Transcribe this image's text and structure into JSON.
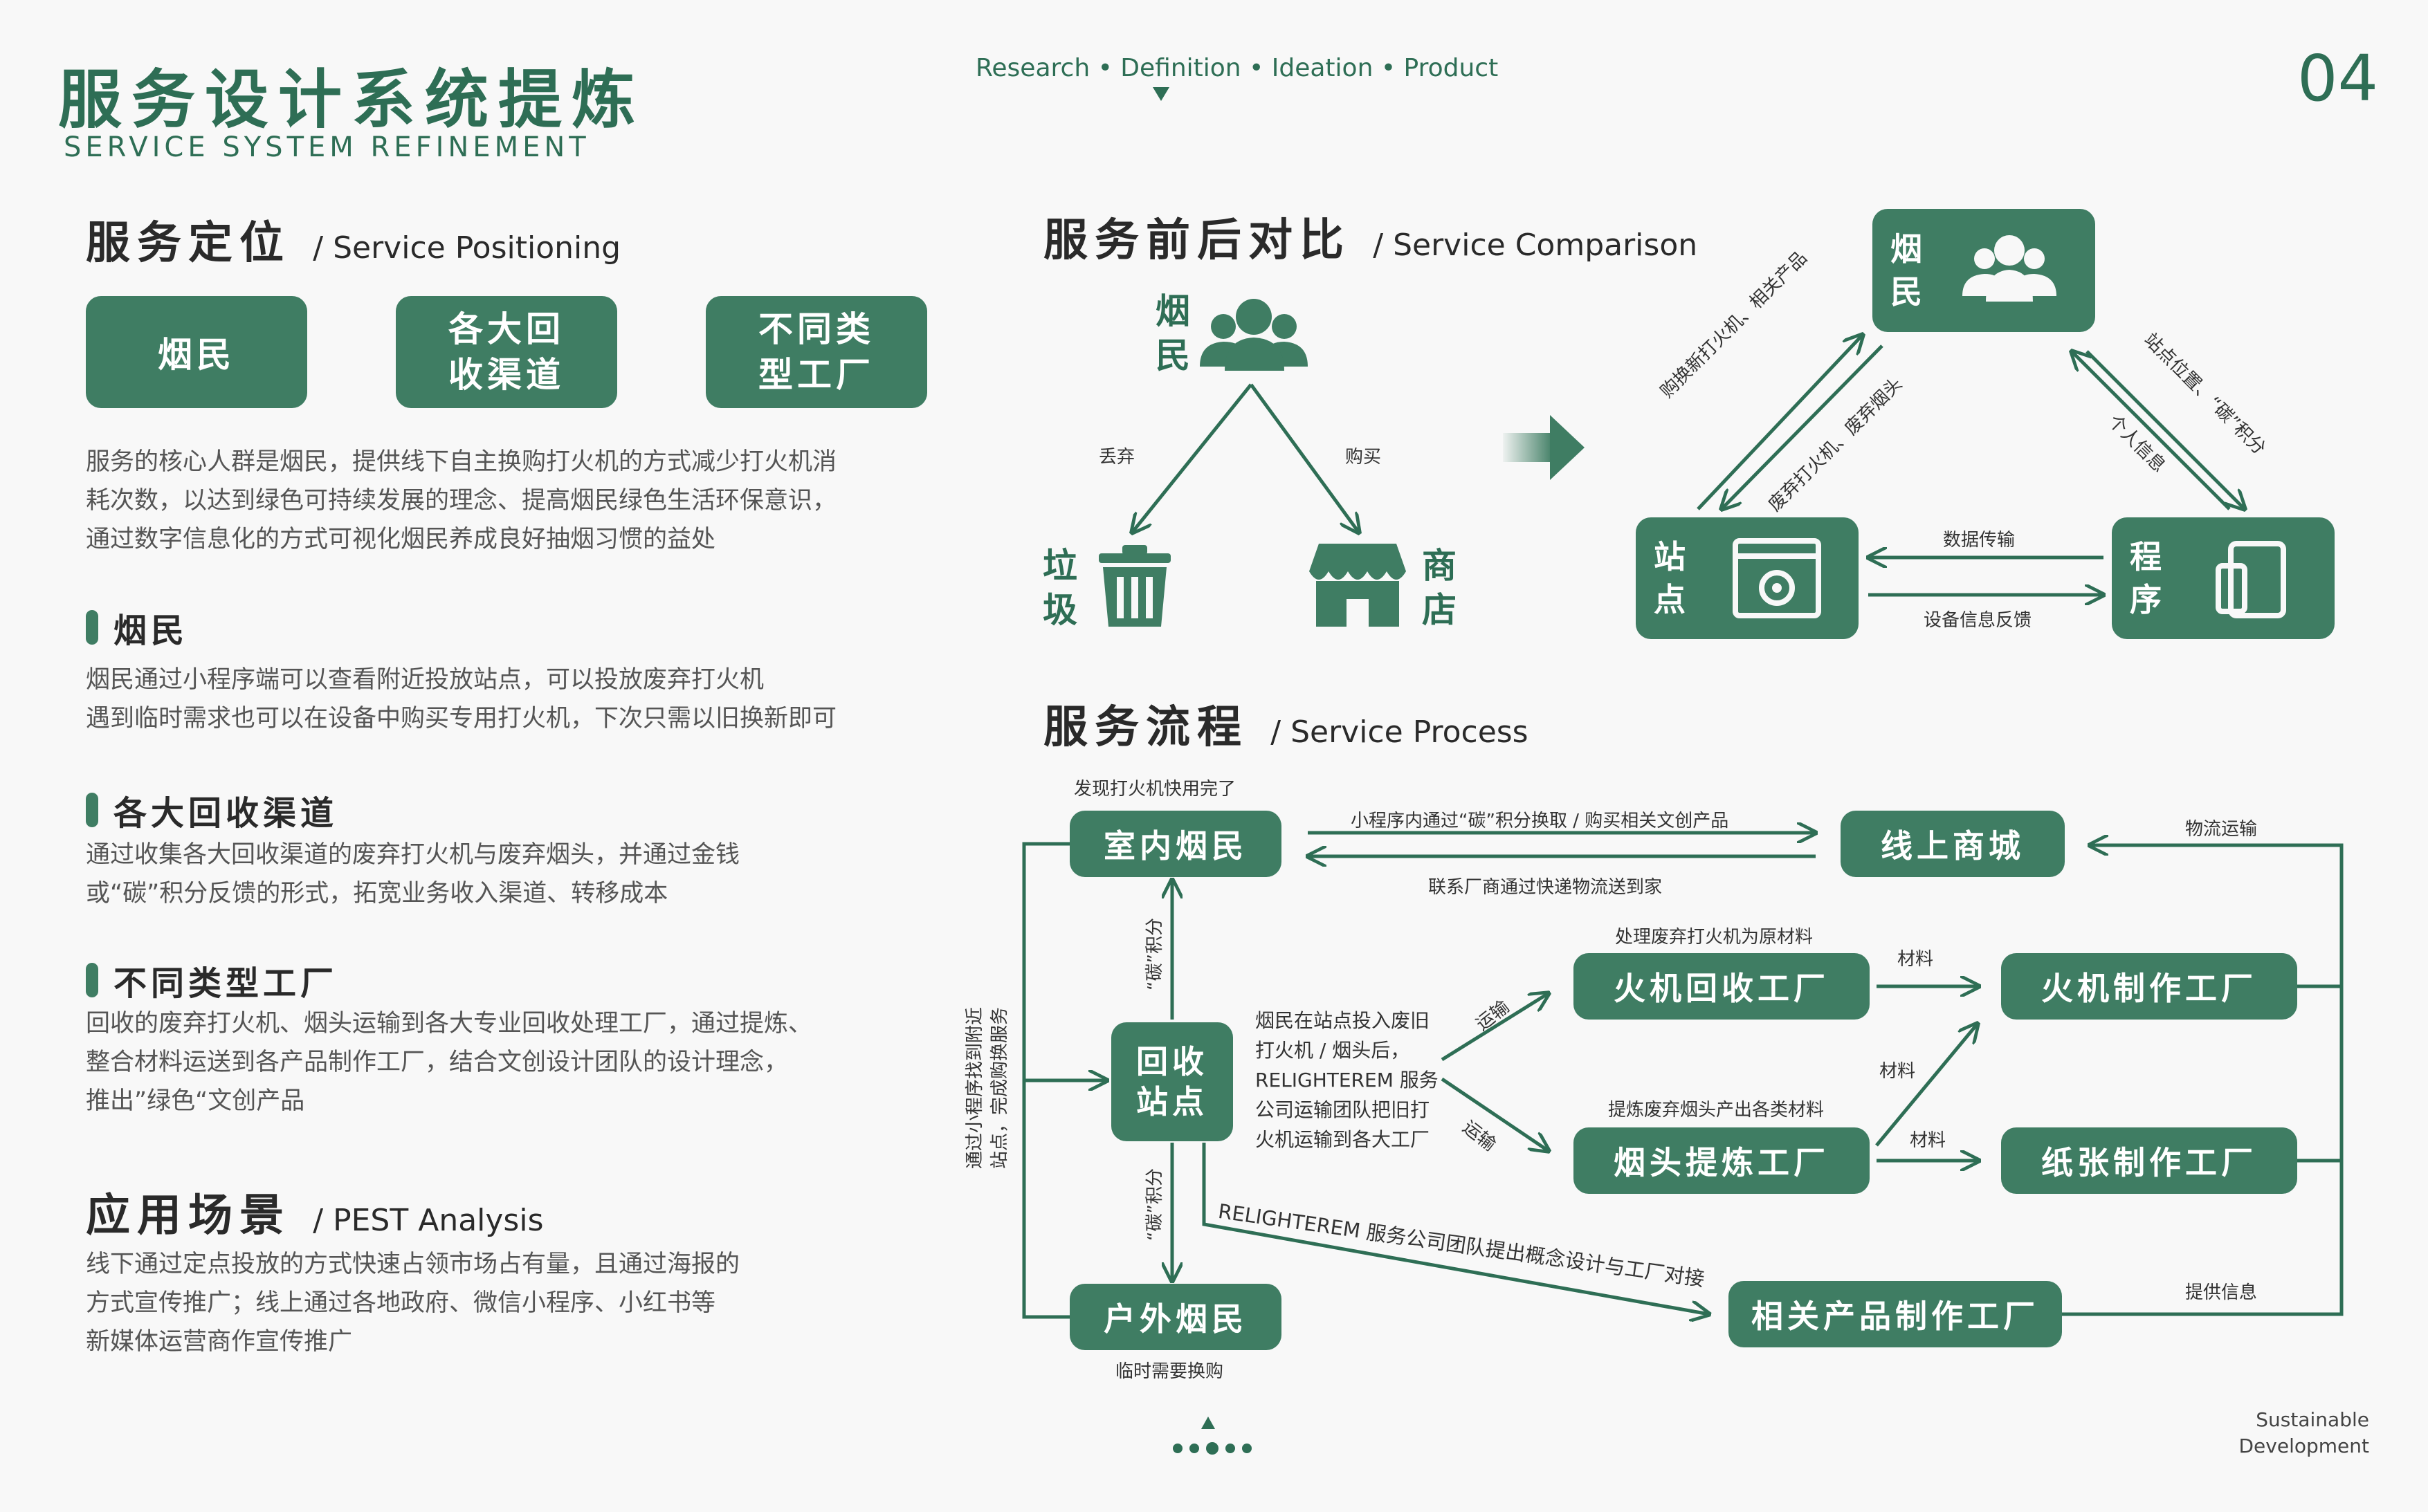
{
  "header": {
    "title_cn": "服务设计系统提炼",
    "title_en": "SERVICE SYSTEM REFINEMENT",
    "nav": [
      "Research",
      "Definition",
      "Ideation",
      "Product"
    ],
    "nav_sep": "•",
    "page_number": "04",
    "footer_line1": "Sustainable",
    "footer_line2": "Development"
  },
  "positioning": {
    "title": "服务定位",
    "subtitle": "/ Service Positioning",
    "boxes": [
      {
        "line1": "烟民",
        "line2": ""
      },
      {
        "line1": "各大回",
        "line2": "收渠道"
      },
      {
        "line1": "不同类",
        "line2": "型工厂"
      }
    ],
    "paragraph": [
      "服务的核心人群是烟民，提供线下自主换购打火机的方式减少打火机消",
      "耗次数，以达到绿色可持续发展的理念、提高烟民绿色生活环保意识，",
      "通过数字信息化的方式可视化烟民养成良好抽烟习惯的益处"
    ],
    "sections": [
      {
        "heading": "烟民",
        "lines": [
          "烟民通过小程序端可以查看附近投放站点，可以投放废弃打火机",
          "遇到临时需求也可以在设备中购买专用打火机，下次只需以旧换新即可"
        ]
      },
      {
        "heading": "各大回收渠道",
        "lines": [
          "通过收集各大回收渠道的废弃打火机与废弃烟头，并通过金钱",
          "或“碳”积分反馈的形式，拓宽业务收入渠道、转移成本"
        ]
      },
      {
        "heading": "不同类型工厂",
        "lines": [
          "回收的废弃打火机、烟头运输到各大专业回收处理工厂，通过提炼、",
          "整合材料运送到各产品制作工厂，结合文创设计团队的设计理念，",
          "推出”绿色“文创产品"
        ]
      }
    ]
  },
  "scenario": {
    "title": "应用场景",
    "subtitle": "/ PEST Analysis",
    "lines": [
      "线下通过定点投放的方式快速占领市场占有量，且通过海报的",
      "方式宣传推广；线上通过各地政府、微信小程序、小红书等",
      "新媒体运营商作宣传推广"
    ]
  },
  "comparison": {
    "title": "服务前后对比",
    "subtitle": "/ Service Comparison",
    "before": {
      "smoker": "烟民",
      "trash": "垃圾",
      "shop": "商店",
      "discard": "丢弃",
      "buy": "购买"
    },
    "after": {
      "smoker": "烟民",
      "station": "站点",
      "app": "程序",
      "edge_buy": "购换新打火机、相关产品",
      "edge_discard": "废弃打火机、废弃烟头",
      "edge_points": "站点位置、“碳”积分",
      "edge_info": "个人信息",
      "edge_data": "数据传输",
      "edge_feedback": "设备信息反馈"
    }
  },
  "process": {
    "title": "服务流程",
    "subtitle": "/ Service Process",
    "nodes": {
      "indoor": "室内烟民",
      "online": "线上商城",
      "station_l1": "回收",
      "station_l2": "站点",
      "outdoor": "户外烟民",
      "lighter_recycle": "火机回收工厂",
      "lighter_make": "火机制作工厂",
      "butt_refine": "烟头提炼工厂",
      "paper_make": "纸张制作工厂",
      "related_make": "相关产品制作工厂"
    },
    "labels": {
      "found_used": "发现打火机快用完了",
      "exchange_online": "小程序内通过“碳”积分换取 / 购买相关文创产品",
      "contact_factory": "联系厂商通过快递物流送到家",
      "logistics": "物流运输",
      "carbon_up": "“碳”积分",
      "carbon_down": "“碳”积分",
      "temp_need": "临时需要换购",
      "left_vertical_1": "通过小程序找到附近",
      "left_vertical_2": "站点，完成购换服务",
      "deposit_lines": [
        "烟民在站点投入废旧",
        "打火机 / 烟头后，",
        "RELIGHTEREM 服务",
        "公司运输团队把旧打",
        "火机运输到各大工厂"
      ],
      "transport_up": "运输",
      "transport_down": "运输",
      "process_lighter": "处理废弃打火机为原材料",
      "refine_butt": "提炼废弃烟头产出各类材料",
      "material_1": "材料",
      "material_2": "材料",
      "material_3": "材料",
      "concept": "RELIGHTEREM 服务公司团队提出概念设计与工厂对接",
      "provide_info": "提供信息"
    }
  },
  "colors": {
    "primary": "#3f7d63",
    "dark_green": "#2e6e55",
    "background": "#f8f8f8"
  }
}
